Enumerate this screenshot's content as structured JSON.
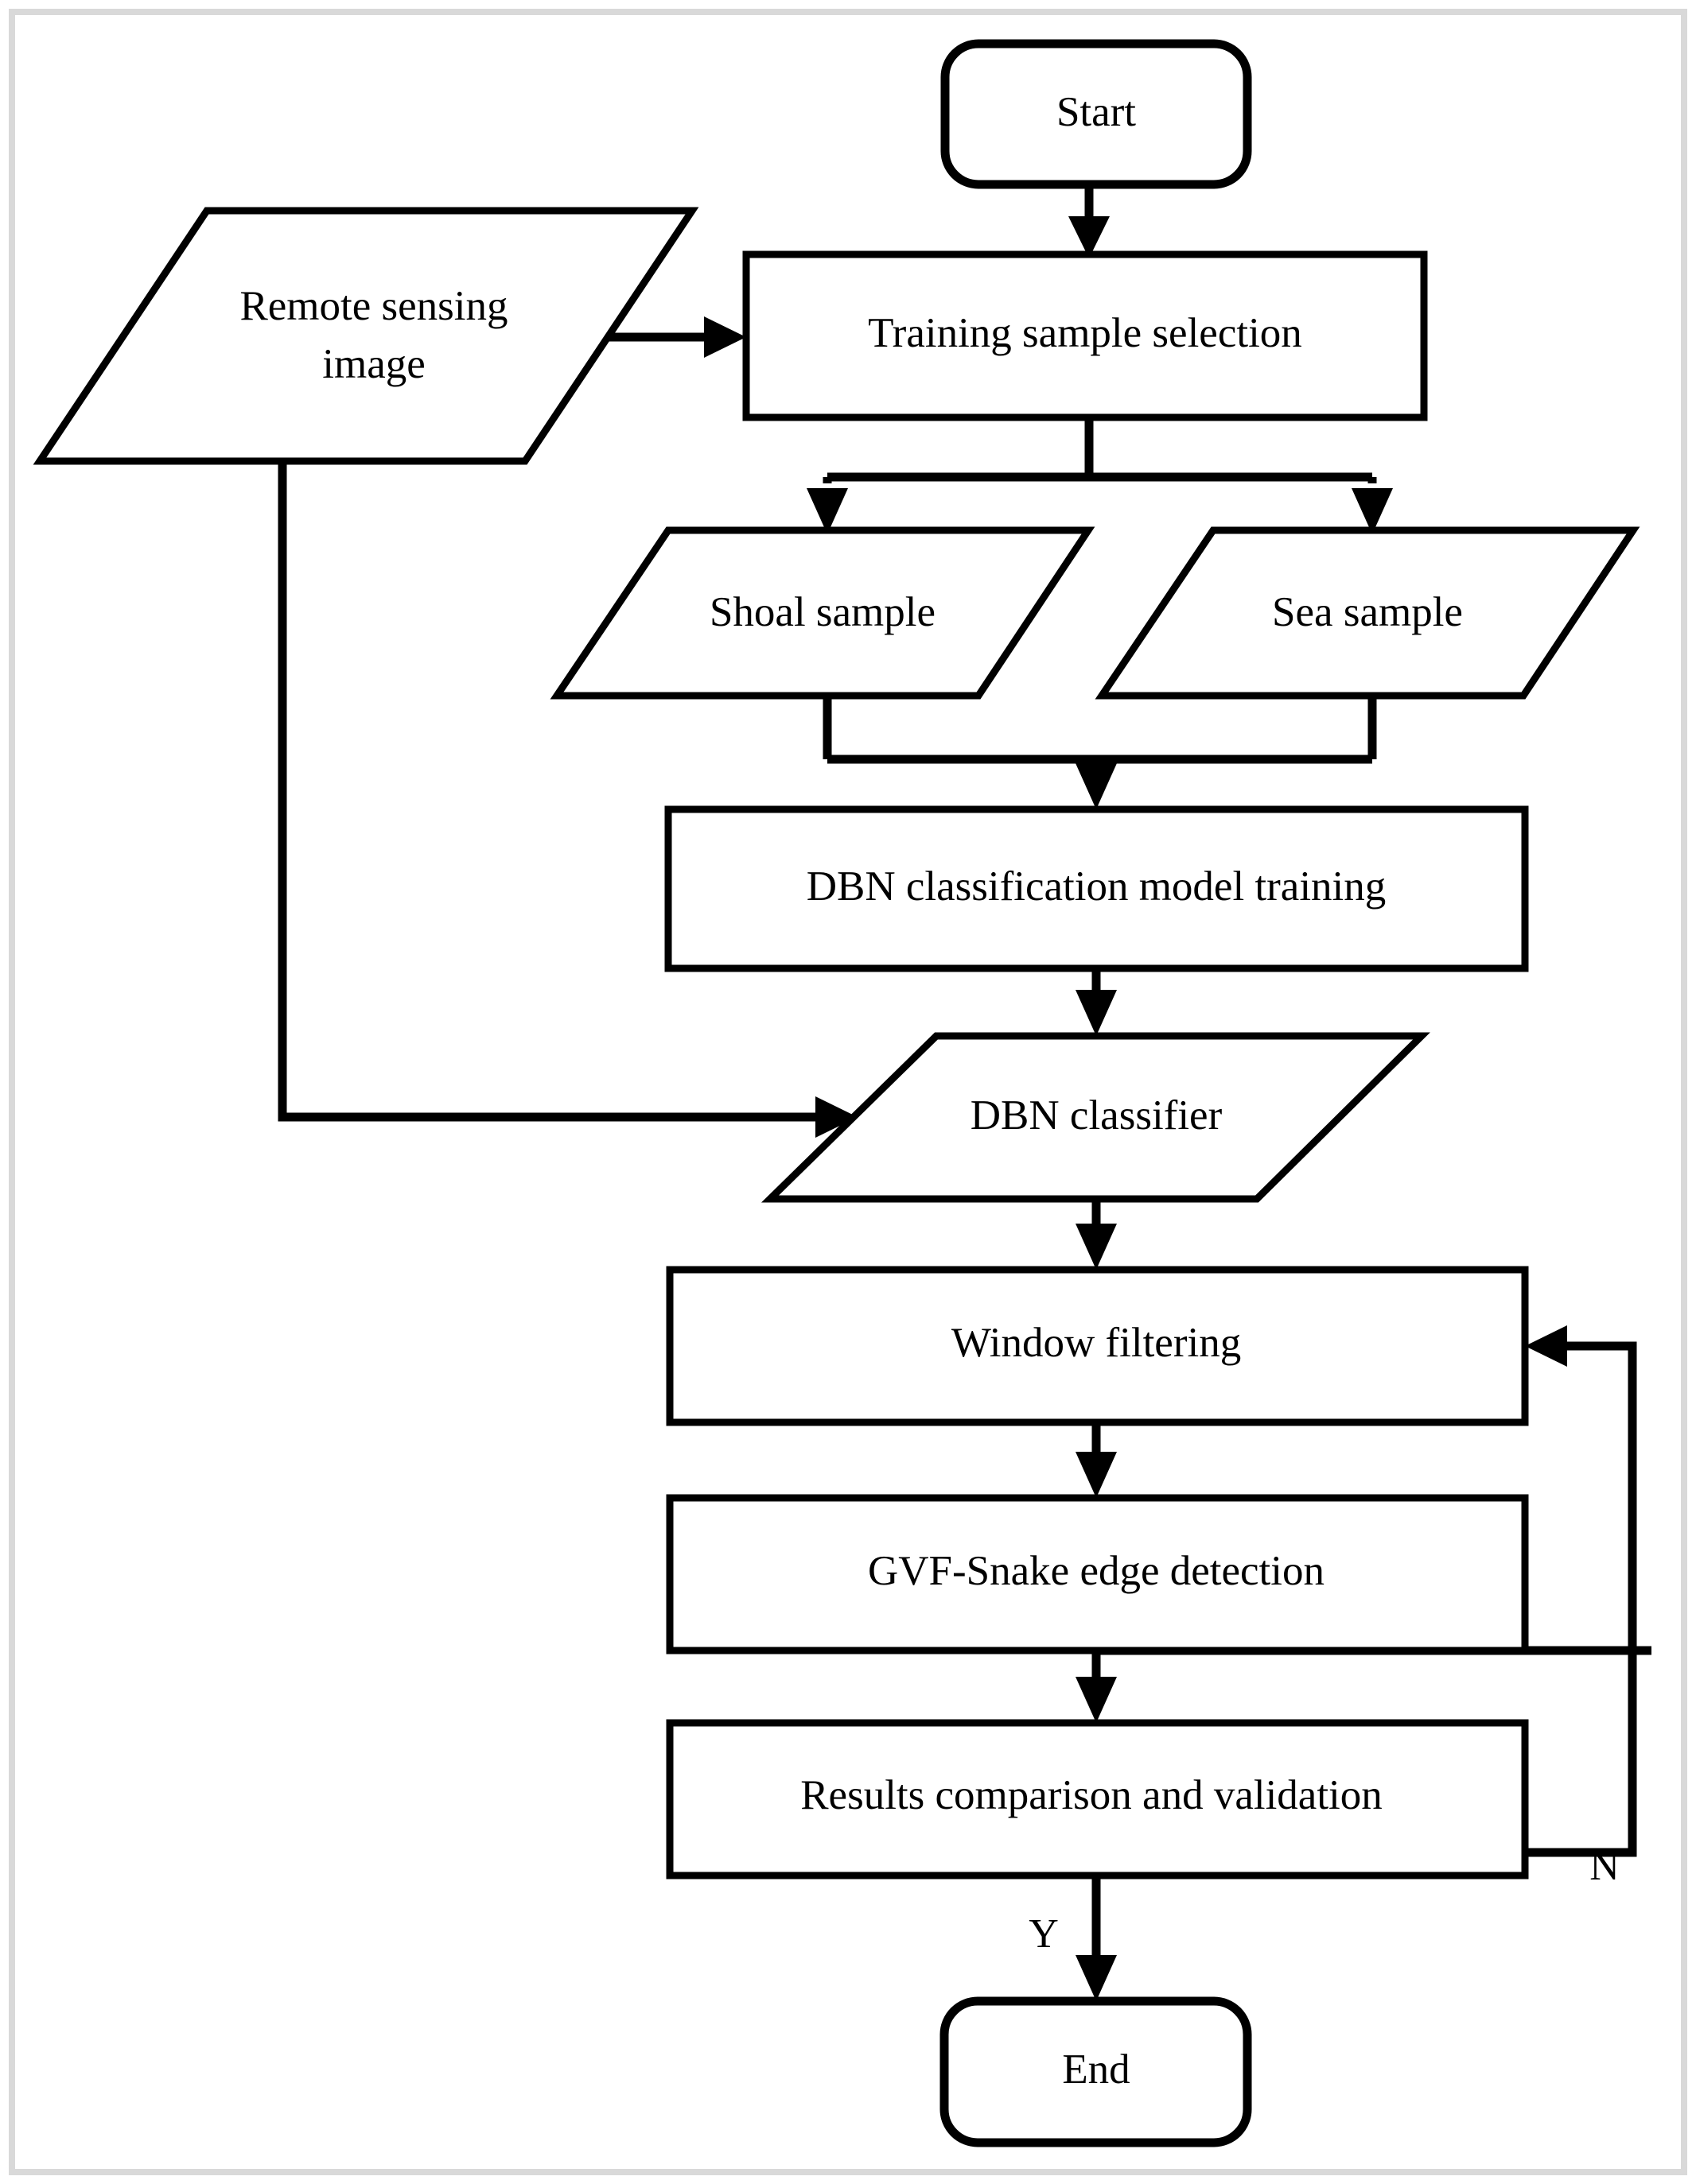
{
  "page": {
    "title": "DBN shoal extraction processing flowchart",
    "background_color": "#ffffff",
    "frame_color": "#d9d9d9",
    "line_color": "#000000"
  },
  "chart_data": {
    "type": "diagram",
    "diagram_type": "flowchart",
    "orientation": "top-to-bottom",
    "nodes": [
      {
        "id": "start",
        "label": "Start",
        "shape": "terminator"
      },
      {
        "id": "remote_image",
        "label": "Remote sensing image",
        "shape": "parallelogram"
      },
      {
        "id": "train_sel",
        "label": "Training sample selection",
        "shape": "rectangle"
      },
      {
        "id": "shoal",
        "label": "Shoal sample",
        "shape": "parallelogram"
      },
      {
        "id": "sea",
        "label": "Sea sample",
        "shape": "parallelogram"
      },
      {
        "id": "dbn_train",
        "label": "DBN classification model training",
        "shape": "rectangle"
      },
      {
        "id": "dbn_clf",
        "label": "DBN classifier",
        "shape": "parallelogram"
      },
      {
        "id": "window",
        "label": "Window filtering",
        "shape": "rectangle"
      },
      {
        "id": "gvf",
        "label": "GVF-Snake edge detection",
        "shape": "rectangle"
      },
      {
        "id": "results",
        "label": "Results comparison and validation",
        "shape": "rectangle"
      },
      {
        "id": "end",
        "label": "End",
        "shape": "terminator"
      }
    ],
    "edges": [
      {
        "from": "start",
        "to": "train_sel",
        "label": ""
      },
      {
        "from": "remote_image",
        "to": "train_sel",
        "label": ""
      },
      {
        "from": "train_sel",
        "to": "shoal",
        "label": ""
      },
      {
        "from": "train_sel",
        "to": "sea",
        "label": ""
      },
      {
        "from": "shoal",
        "to": "dbn_train",
        "label": ""
      },
      {
        "from": "sea",
        "to": "dbn_train",
        "label": ""
      },
      {
        "from": "dbn_train",
        "to": "dbn_clf",
        "label": ""
      },
      {
        "from": "remote_image",
        "to": "dbn_clf",
        "label": ""
      },
      {
        "from": "dbn_clf",
        "to": "window",
        "label": ""
      },
      {
        "from": "window",
        "to": "gvf",
        "label": ""
      },
      {
        "from": "gvf",
        "to": "results",
        "label": ""
      },
      {
        "from": "results",
        "to": "end",
        "label": "Y"
      },
      {
        "from": "results",
        "to": "window",
        "label": "N"
      }
    ]
  },
  "nodes": {
    "start": {
      "label": "Start"
    },
    "remote_image": {
      "label_line1": "Remote sensing",
      "label_line2": "image"
    },
    "train_sel": {
      "label": "Training sample selection"
    },
    "shoal": {
      "label": "Shoal sample"
    },
    "sea": {
      "label": "Sea sample"
    },
    "dbn_train": {
      "label": "DBN classification model training"
    },
    "dbn_clf": {
      "label": "DBN classifier"
    },
    "window": {
      "label": "Window filtering"
    },
    "gvf": {
      "label": "GVF-Snake edge detection"
    },
    "results": {
      "label": "Results comparison and validation"
    },
    "end": {
      "label": "End"
    }
  },
  "edge_labels": {
    "yes": "Y",
    "no": "N"
  }
}
